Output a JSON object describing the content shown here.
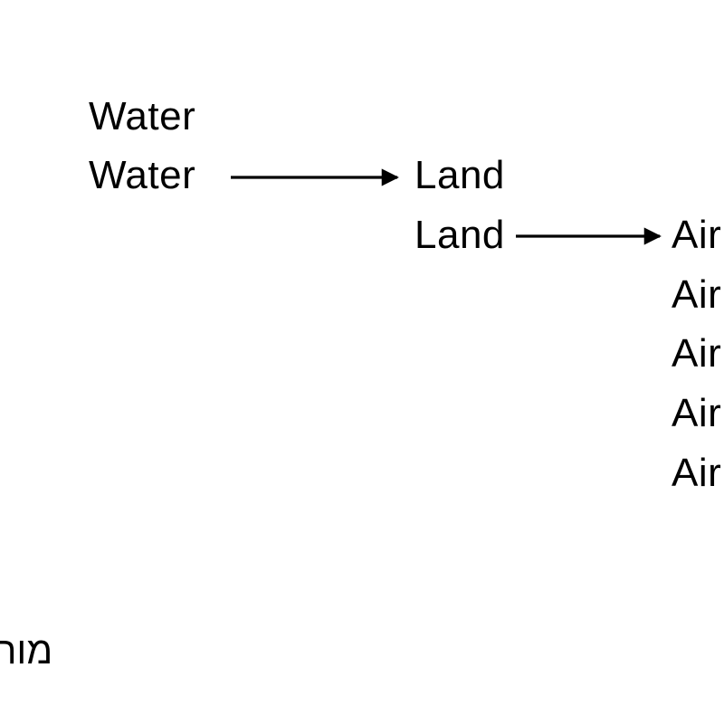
{
  "stages": {
    "water": [
      "Water",
      "Water"
    ],
    "land": [
      "Land",
      "Land"
    ],
    "air": [
      "Air",
      "Air",
      "Air",
      "Air",
      "Air"
    ]
  },
  "caption": "מור",
  "colors": {
    "text": "#000000",
    "arrow": "#000000",
    "background": "#ffffff"
  }
}
